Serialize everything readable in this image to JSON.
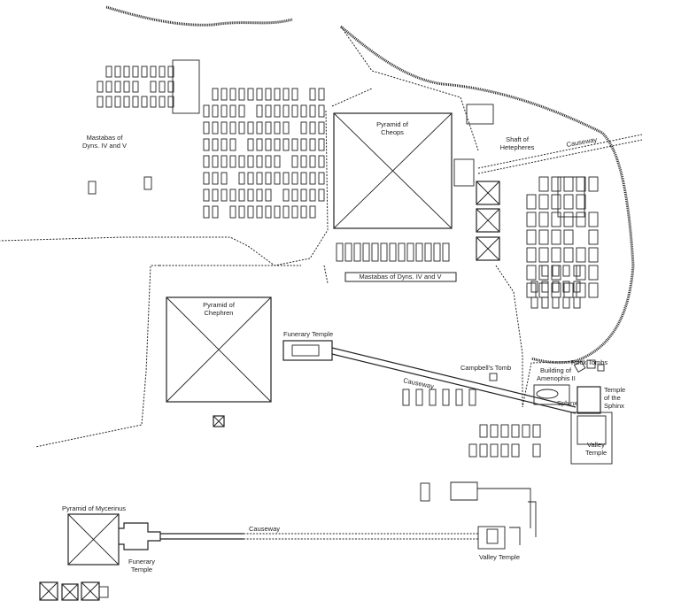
{
  "map": {
    "labels": {
      "mastabas_west": [
        "Mastabas of",
        "Dyns. IV and V"
      ],
      "cheops": [
        "Pyramid of",
        "Cheops"
      ],
      "hetepheres": [
        "Shaft of",
        "Hetepheres"
      ],
      "causeway_cheops": "Causeway",
      "mastabas_east": "Mastabas of Dyns. IV and V",
      "chephren": [
        "Pyramid of",
        "Chephren"
      ],
      "funerary_temple_chephren": "Funerary Temple",
      "campbells_tomb": "Campbell's Tomb",
      "causeway_chephren": "Causeway",
      "rock_tombs": "Rock Tombs",
      "amenophis": [
        "Building of",
        "Amenophis II"
      ],
      "sphinx": "Sphinx",
      "temple_sphinx": [
        "Temple",
        "of the",
        "Sphinx"
      ],
      "valley_temple_chephren": [
        "Valley",
        "Temple"
      ],
      "mycerinus": "Pyramid of Mycerinus",
      "funerary_temple_mycerinus": [
        "Funerary",
        "Temple"
      ],
      "causeway_mycerinus": "Causeway",
      "valley_temple_mycerinus": "Valley Temple"
    }
  }
}
